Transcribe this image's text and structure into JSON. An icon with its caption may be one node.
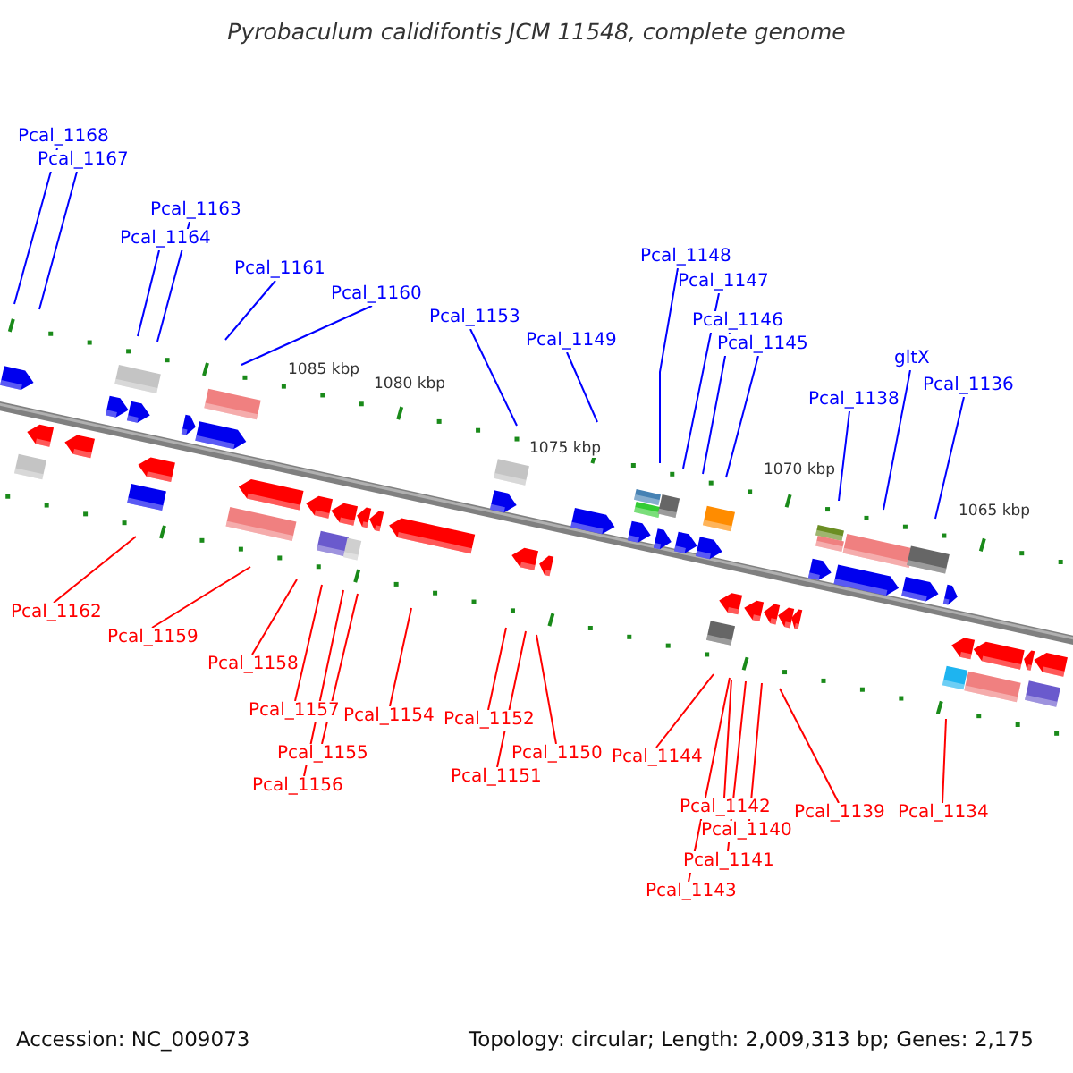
{
  "diagram": {
    "title": "Pyrobaculum calidifontis JCM 11548, complete genome",
    "nodes": [
      {
        "text": [
          "Pcal_1168"
        ]
      },
      {
        "text": [
          "Pcal_1167"
        ]
      },
      {
        "text": [
          "Pcal_1163"
        ]
      },
      {
        "text": [
          "Pcal_1164"
        ]
      },
      {
        "text": [
          "Pcal_1161"
        ]
      },
      {
        "text": [
          "Pcal_1160"
        ]
      },
      {
        "text": [
          "Pcal_1153"
        ]
      },
      {
        "text": [
          "Pcal_1149"
        ]
      },
      {
        "text": [
          "Pcal_1148"
        ]
      },
      {
        "text": [
          "Pcal_1147"
        ]
      },
      {
        "text": [
          "Pcal_1146"
        ]
      },
      {
        "text": [
          "Pcal_1145"
        ]
      },
      {
        "text": [
          "Pcal_1138"
        ]
      },
      {
        "text": [
          "gltX"
        ]
      },
      {
        "text": [
          "Pcal_1136"
        ]
      },
      {
        "text": [
          "Pcal_1162"
        ]
      },
      {
        "text": [
          "Pcal_1159"
        ]
      },
      {
        "text": [
          "Pcal_1158"
        ]
      },
      {
        "text": [
          "Pcal_1157"
        ]
      },
      {
        "text": [
          "Pcal_1155"
        ]
      },
      {
        "text": [
          "Pcal_1156"
        ]
      },
      {
        "text": [
          "Pcal_1154"
        ]
      },
      {
        "text": [
          "Pcal_1152"
        ]
      },
      {
        "text": [
          "Pcal_1151"
        ]
      },
      {
        "text": [
          "Pcal_1150"
        ]
      },
      {
        "text": [
          "Pcal_1144"
        ]
      },
      {
        "text": [
          "Pcal_1142"
        ]
      },
      {
        "text": [
          "Pcal_1140"
        ]
      },
      {
        "text": [
          "Pcal_1141"
        ]
      },
      {
        "text": [
          "Pcal_1143"
        ]
      },
      {
        "text": [
          "Pcal_1139"
        ]
      },
      {
        "text": [
          "Pcal_1134"
        ]
      }
    ],
    "edges": [
      {
        "from": 0,
        "to": null,
        "arrow": "none",
        "color": "#0000ff"
      },
      {
        "from": 1,
        "to": null,
        "arrow": "none",
        "color": "#0000ff"
      },
      {
        "from": 2,
        "to": null,
        "arrow": "none",
        "color": "#0000ff"
      },
      {
        "from": 3,
        "to": null,
        "arrow": "none",
        "color": "#0000ff"
      },
      {
        "from": 4,
        "to": null,
        "arrow": "none",
        "color": "#0000ff"
      },
      {
        "from": 5,
        "to": null,
        "arrow": "none",
        "color": "#0000ff"
      },
      {
        "from": 6,
        "to": null,
        "arrow": "none",
        "color": "#0000ff"
      },
      {
        "from": 7,
        "to": null,
        "arrow": "none",
        "color": "#0000ff"
      },
      {
        "from": 8,
        "to": null,
        "arrow": "none",
        "color": "#0000ff"
      },
      {
        "from": 9,
        "to": null,
        "arrow": "none",
        "color": "#0000ff"
      },
      {
        "from": 10,
        "to": null,
        "arrow": "none",
        "color": "#0000ff"
      },
      {
        "from": 11,
        "to": null,
        "arrow": "none",
        "color": "#0000ff"
      },
      {
        "from": 12,
        "to": null,
        "arrow": "none",
        "color": "#0000ff"
      },
      {
        "from": 13,
        "to": null,
        "arrow": "none",
        "color": "#0000ff"
      },
      {
        "from": 14,
        "to": null,
        "arrow": "none",
        "color": "#0000ff"
      },
      {
        "from": 15,
        "to": null,
        "arrow": "none"
      },
      {
        "from": 16,
        "to": null,
        "arrow": "none"
      },
      {
        "from": 17,
        "to": null,
        "arrow": "none"
      },
      {
        "from": 18,
        "to": null,
        "arrow": "none"
      },
      {
        "from": 19,
        "to": null,
        "arrow": "none"
      },
      {
        "from": 20,
        "to": null,
        "arrow": "none"
      },
      {
        "from": 21,
        "to": null,
        "arrow": "none"
      },
      {
        "from": 22,
        "to": null,
        "arrow": "none"
      },
      {
        "from": 23,
        "to": null,
        "arrow": "none"
      },
      {
        "from": 24,
        "to": null,
        "arrow": "none"
      },
      {
        "from": 25,
        "to": null,
        "arrow": "none"
      },
      {
        "from": 26,
        "to": null,
        "arrow": "none"
      },
      {
        "from": 27,
        "to": null,
        "arrow": "none"
      },
      {
        "from": 28,
        "to": null,
        "arrow": "none"
      },
      {
        "from": 29,
        "to": null,
        "arrow": "none"
      },
      {
        "from": 30,
        "to": null,
        "arrow": "none"
      },
      {
        "from": 31,
        "to": null,
        "arrow": "none"
      }
    ],
    "labels": [
      "1085 kbp",
      "1080 kbp",
      "1075 kbp",
      "1070 kbp",
      "1065 kbp",
      "Accession: NC_009073",
      "Topology: circular; Length: 2,009,313 bp; Genes: 2,175"
    ]
  }
}
